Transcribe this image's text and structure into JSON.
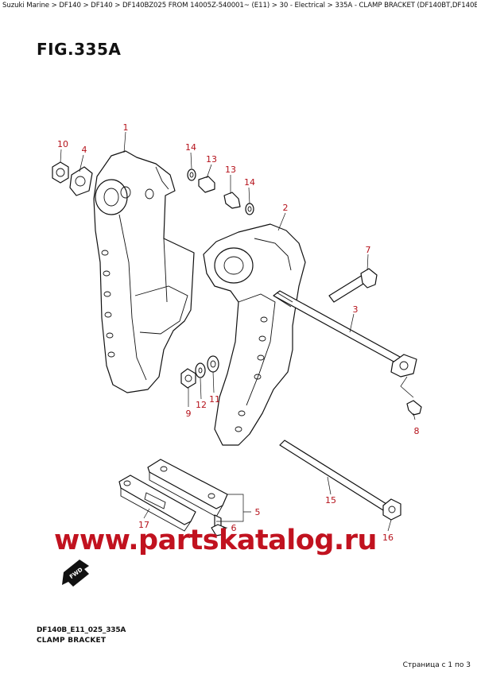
{
  "breadcrumb": "Suzuki Marine > DF140 > DF140 > DF140BZ025 FROM 14005Z-540001~ (E11) > 30 - Electrical > 335A - CLAMP BRACKET (DF140BT,DF140BZ)",
  "figure_title": "FIG.335A",
  "diagram_code": "DF140B_E11_025_335A",
  "diagram_caption": "CLAMP BRACKET",
  "watermark": "www.partskatalog.ru",
  "fwd_label": "FWD",
  "pagination": "Страница с 1 по 3",
  "callouts": [
    "1",
    "2",
    "3",
    "4",
    "5",
    "6",
    "7",
    "8",
    "9",
    "10",
    "11",
    "12",
    "13",
    "13",
    "14",
    "14",
    "15",
    "16",
    "17"
  ],
  "colors": {
    "callout": "#b5121b",
    "watermark": "#c1121f",
    "line": "#111111"
  }
}
